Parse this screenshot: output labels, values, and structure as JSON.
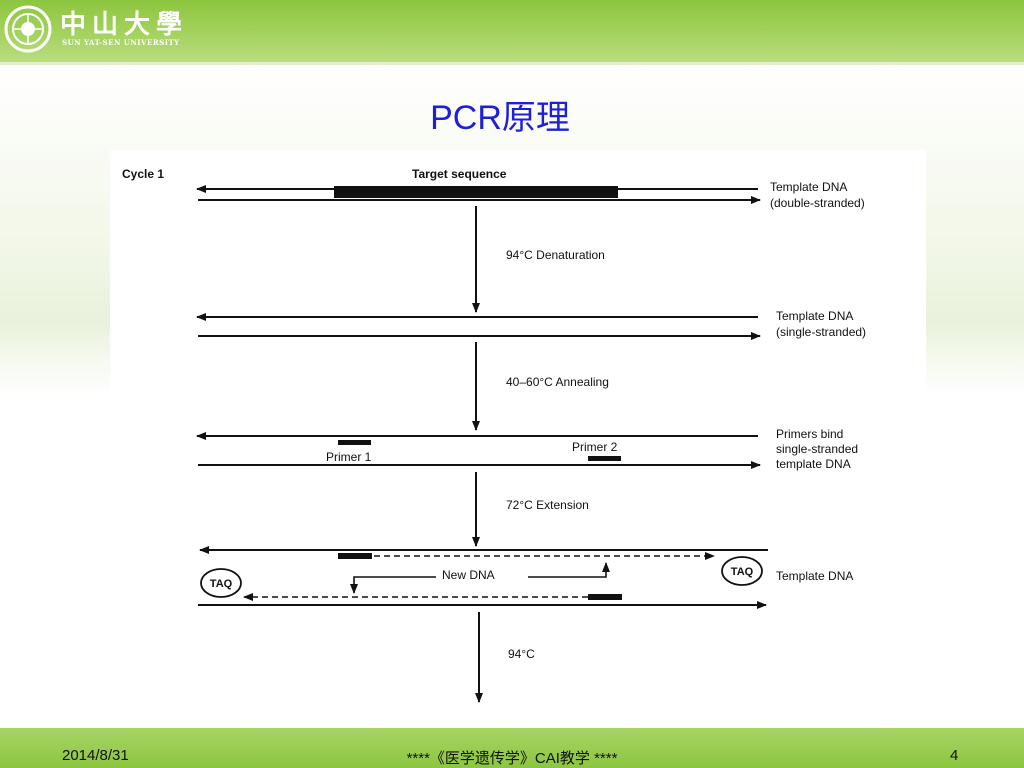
{
  "header": {
    "logo_cn": "中山大學",
    "logo_en": "SUN YAT-SEN UNIVERSITY"
  },
  "slide": {
    "title": "PCR原理"
  },
  "diagram": {
    "cycle_label": "Cycle 1",
    "target_label": "Target sequence",
    "template_ds_line1": "Template DNA",
    "template_ds_line2": "(double-stranded)",
    "step1_label": "94°C Denaturation",
    "template_ss_line1": "Template DNA",
    "template_ss_line2": "(single-stranded)",
    "step2_label": "40–60°C Annealing",
    "primers_line1": "Primers bind",
    "primers_line2": "single-stranded",
    "primers_line3": "template DNA",
    "primer1_label": "Primer 1",
    "primer2_label": "Primer 2",
    "step3_label": "72°C Extension",
    "new_dna_label": "New DNA",
    "taq_left": "TAQ",
    "taq_right": "TAQ",
    "template_final": "Template DNA",
    "step4_label": "94°C"
  },
  "footer": {
    "date": "2014/8/31",
    "center": "****《医学遗传学》CAI教学  ****",
    "page": "4"
  },
  "colors": {
    "title": "#1f1fd6",
    "header_green": "#8cc63f",
    "footer_green": "#8cc63f"
  }
}
